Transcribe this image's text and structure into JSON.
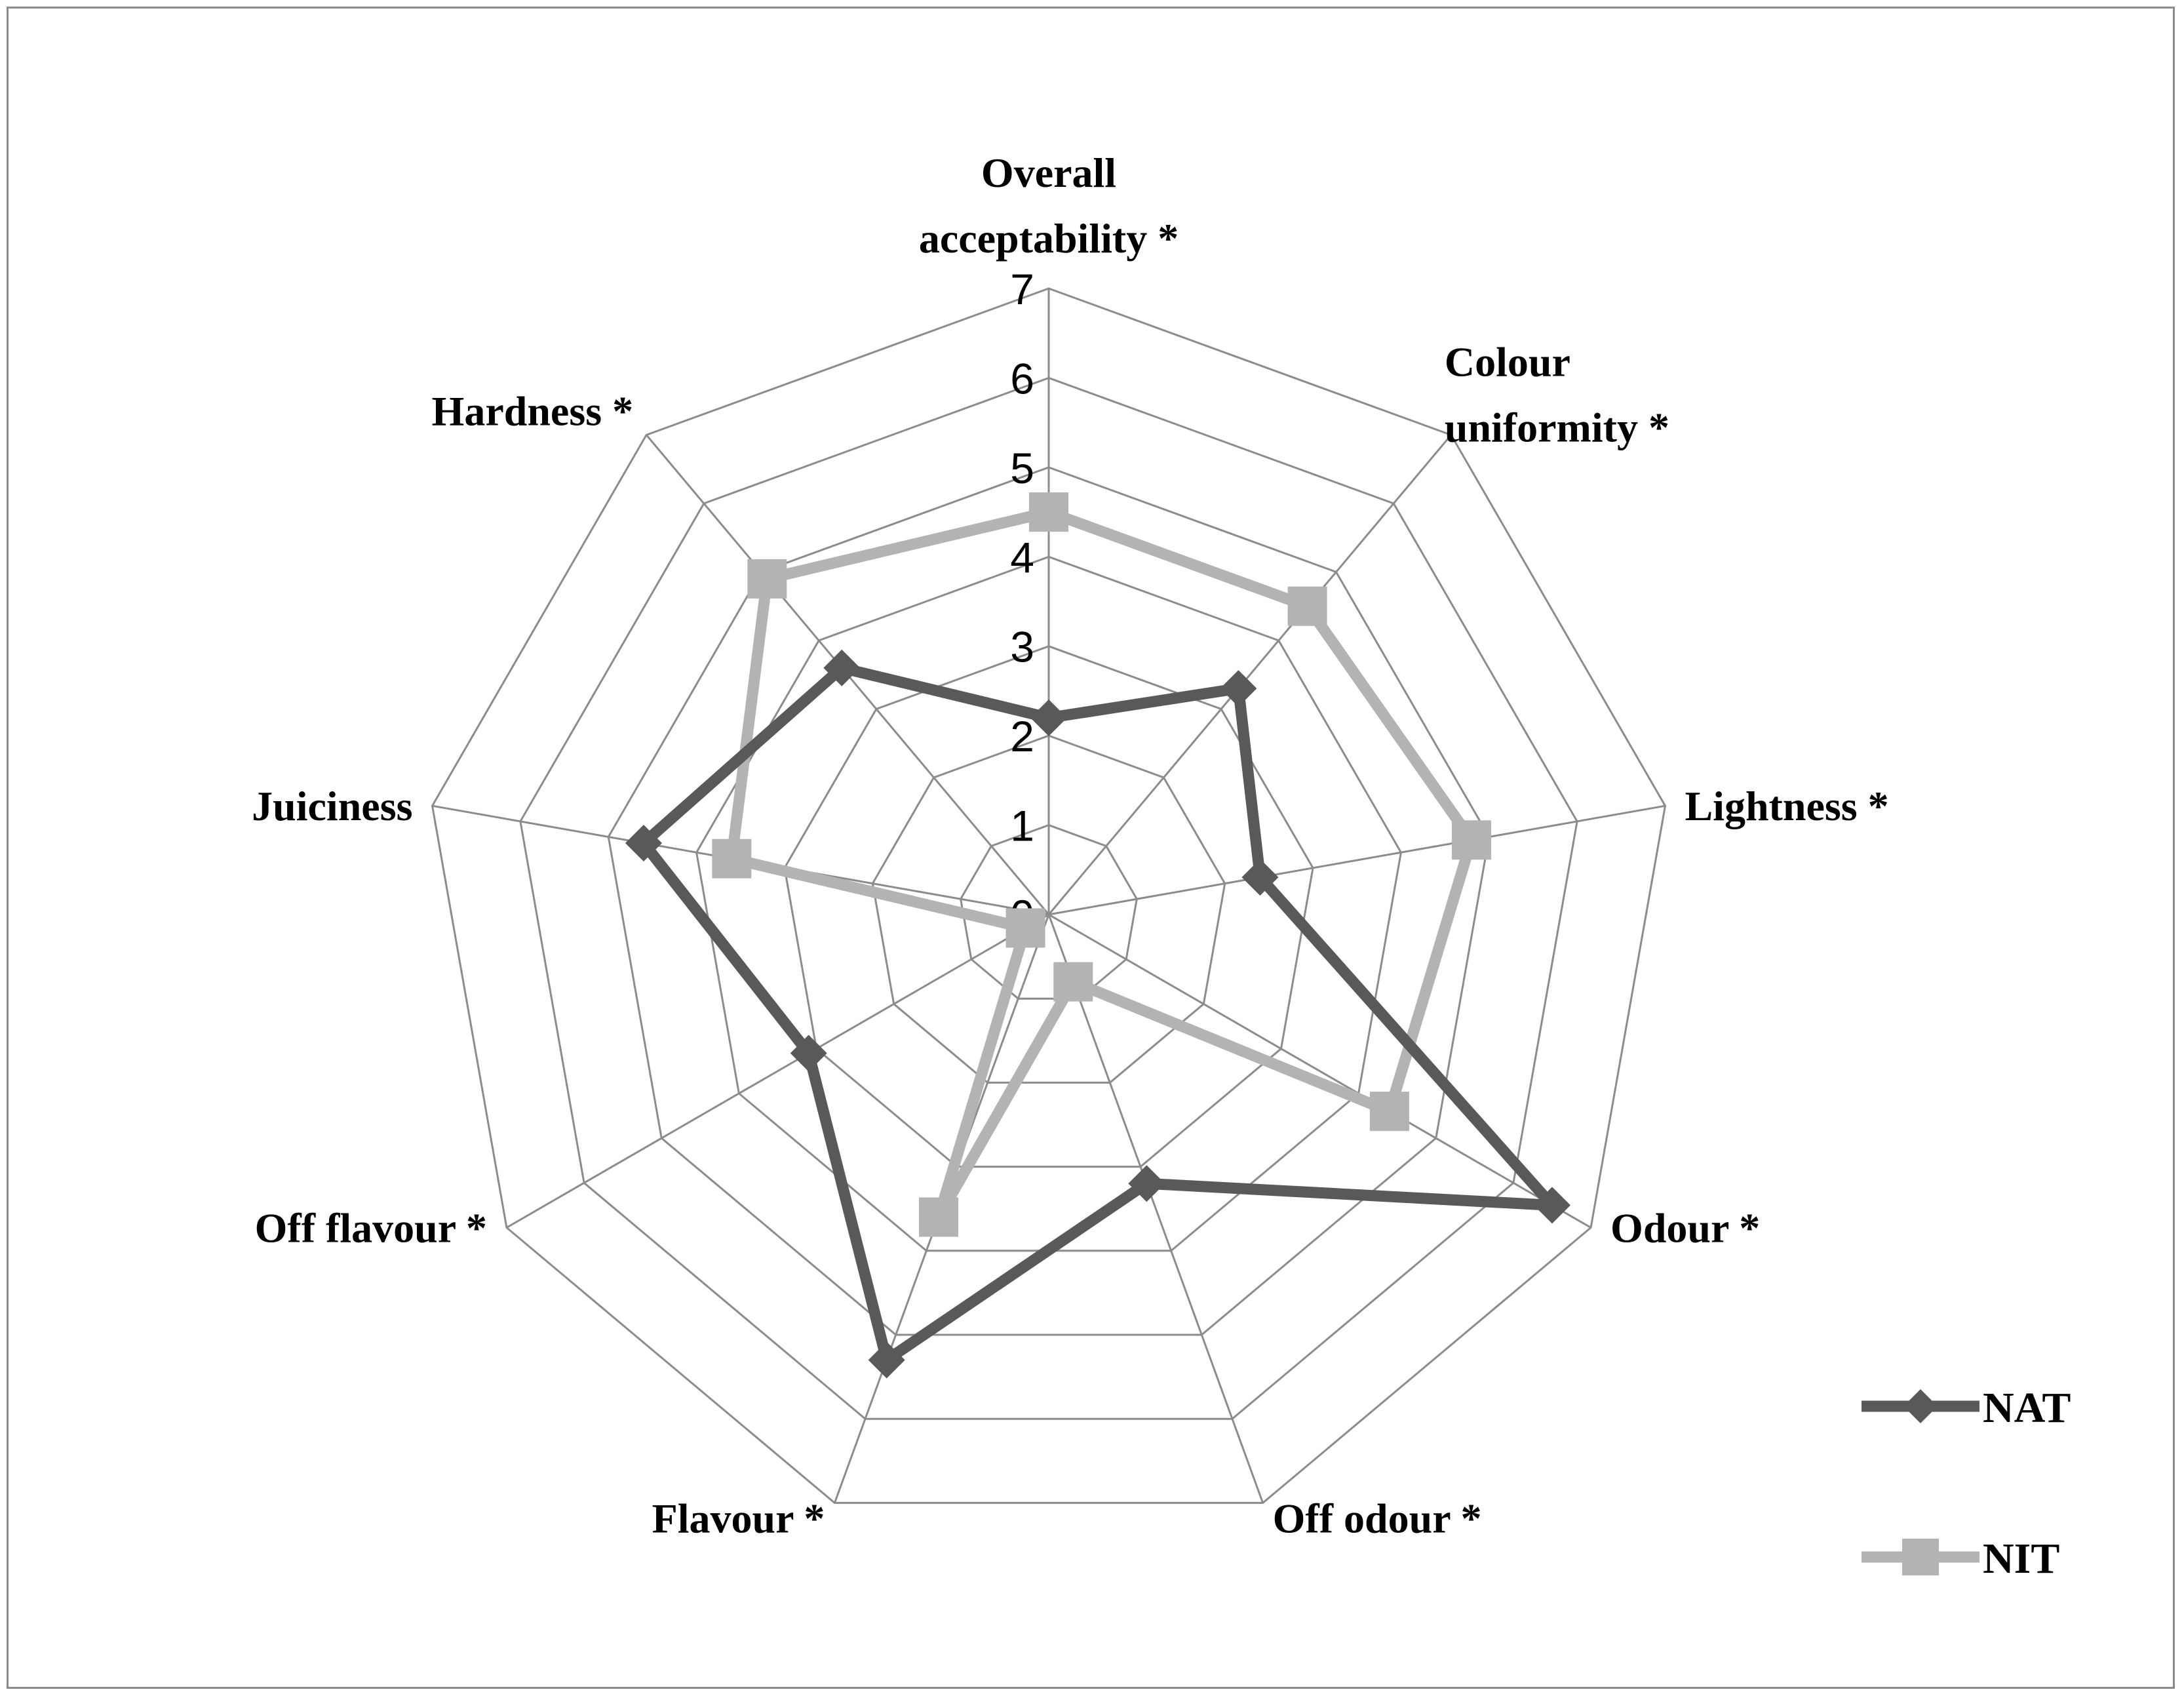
{
  "chart_data": {
    "type": "radar",
    "categories": [
      [
        "Overall",
        "acceptability *"
      ],
      [
        "Colour",
        "uniformity *"
      ],
      [
        "Lightness *"
      ],
      [
        "Odour *"
      ],
      [
        "Off odour *"
      ],
      [
        "Flavour *"
      ],
      [
        "Off flavour *"
      ],
      [
        "Juiciness"
      ],
      [
        "Hardness *"
      ]
    ],
    "ticks": [
      "0",
      "1",
      "2",
      "3",
      "4",
      "5",
      "6",
      "7"
    ],
    "rlim": [
      0,
      7
    ],
    "grid": true,
    "legend_position": "bottom-right",
    "series": [
      {
        "name": "NAT",
        "marker": "diamond",
        "color": "#595959",
        "values": [
          2.2,
          3.3,
          2.4,
          6.5,
          3.2,
          5.3,
          3.1,
          4.6,
          3.6
        ]
      },
      {
        "name": "NIT",
        "marker": "square",
        "color": "#b3b3b3",
        "values": [
          4.5,
          4.5,
          4.8,
          4.4,
          0.8,
          3.6,
          0.3,
          3.6,
          4.9
        ]
      }
    ]
  }
}
